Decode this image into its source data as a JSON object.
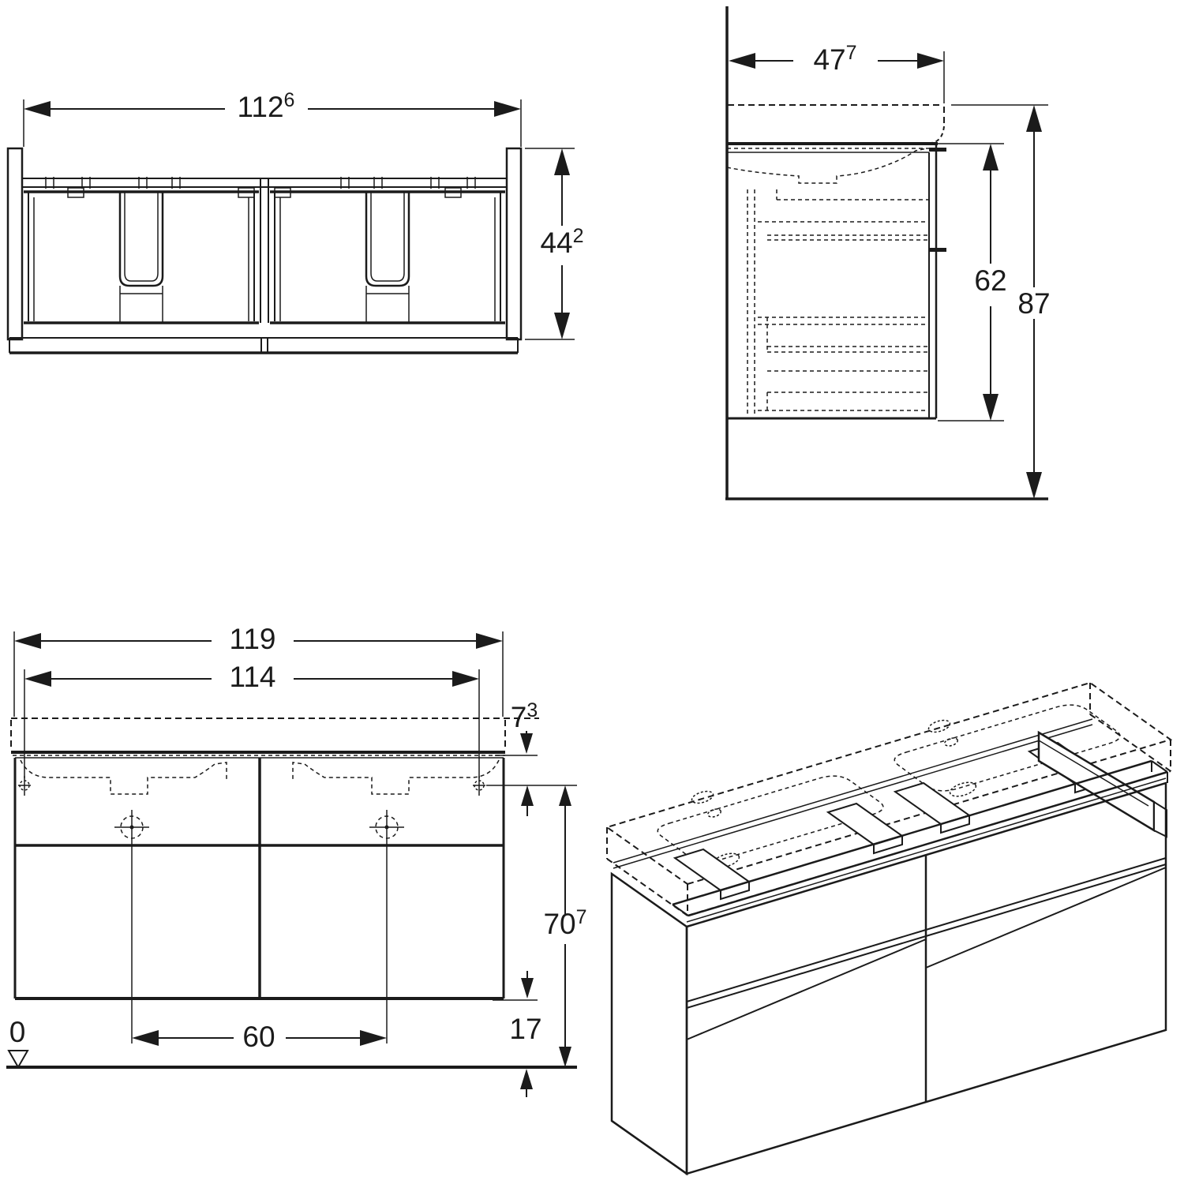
{
  "drawing": {
    "kind": "furniture-dimension-drawing",
    "subject": "double washbasin cabinet with four drawers",
    "background": "#ffffff",
    "line_color": "#1b1b1b"
  },
  "views": {
    "plan": {
      "name": "plan-view",
      "cabinet_width": {
        "main": "112",
        "sup": "6"
      },
      "cabinet_depth": {
        "main": "44",
        "sup": "2"
      }
    },
    "side": {
      "name": "side-view",
      "washbasin_depth": {
        "main": "47",
        "sup": "7"
      },
      "cabinet_height": {
        "main": "62",
        "sup": ""
      },
      "total_height": {
        "main": "87",
        "sup": ""
      }
    },
    "front": {
      "name": "front-view",
      "washbasin_width": {
        "main": "119",
        "sup": ""
      },
      "fixing_distance": {
        "main": "114",
        "sup": ""
      },
      "washbasin_height": {
        "main": "7",
        "sup": "3"
      },
      "mounting_height": {
        "main": "70",
        "sup": "7"
      },
      "tap_distance": {
        "main": "60",
        "sup": ""
      },
      "floor_clearance": {
        "main": "17",
        "sup": ""
      },
      "datum_level": {
        "main": "0",
        "sup": ""
      }
    },
    "iso": {
      "name": "isometric-view"
    }
  }
}
